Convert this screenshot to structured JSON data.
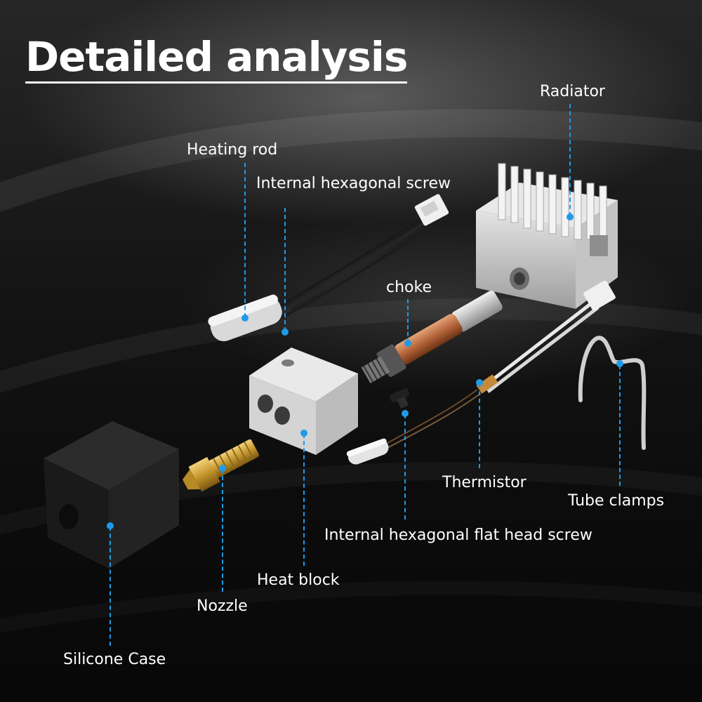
{
  "title": "Detailed analysis",
  "accent_color": "#1e9be8",
  "parts": [
    {
      "id": "radiator",
      "label": "Radiator"
    },
    {
      "id": "heating-rod",
      "label": "Heating rod"
    },
    {
      "id": "internal-hex-screw",
      "label": "Internal hexagonal screw"
    },
    {
      "id": "choke",
      "label": "choke"
    },
    {
      "id": "thermistor",
      "label": "Thermistor"
    },
    {
      "id": "tube-clamps",
      "label": "Tube clamps"
    },
    {
      "id": "flat-head-screw",
      "label": "Internal hexagonal flat head screw"
    },
    {
      "id": "heat-block",
      "label": "Heat block"
    },
    {
      "id": "nozzle",
      "label": "Nozzle"
    },
    {
      "id": "silicone-case",
      "label": "Silicone Case"
    }
  ]
}
